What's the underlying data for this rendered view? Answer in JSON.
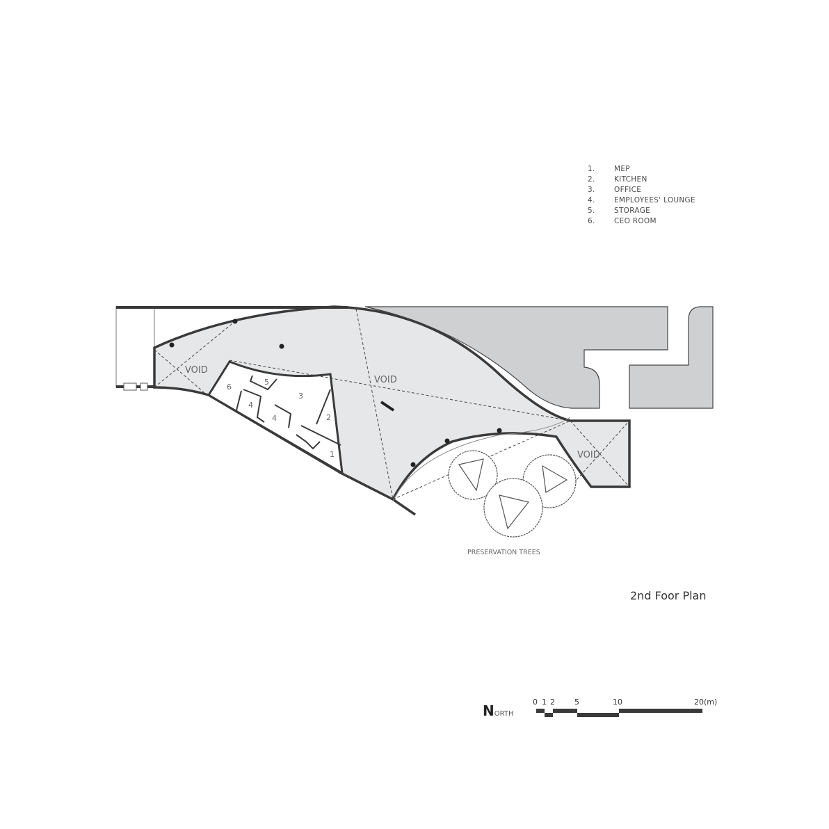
{
  "legend": [
    {
      "num": "1.",
      "label": "MEP"
    },
    {
      "num": "2.",
      "label": "KITCHEN"
    },
    {
      "num": "3.",
      "label": "OFFICE"
    },
    {
      "num": "4.",
      "label": "EMPLOYEES' LOUNGE"
    },
    {
      "num": "5.",
      "label": "STORAGE"
    },
    {
      "num": "6.",
      "label": "CEO ROOM"
    }
  ],
  "plan": {
    "void_label": "VOID",
    "room_numbers": [
      "1",
      "2",
      "3",
      "4",
      "4",
      "5",
      "6"
    ],
    "trees_label": "PRESERVATION TREES"
  },
  "title": "2nd Foor Plan",
  "north": {
    "initial": "N",
    "rest": "ORTH"
  },
  "scale": {
    "ticks": [
      "0",
      "1",
      "2",
      "5",
      "10",
      "20(m)"
    ]
  },
  "colors": {
    "floor": "#e6e7e8",
    "building": "#cfd0d2",
    "wall": "#3a3a3a"
  }
}
